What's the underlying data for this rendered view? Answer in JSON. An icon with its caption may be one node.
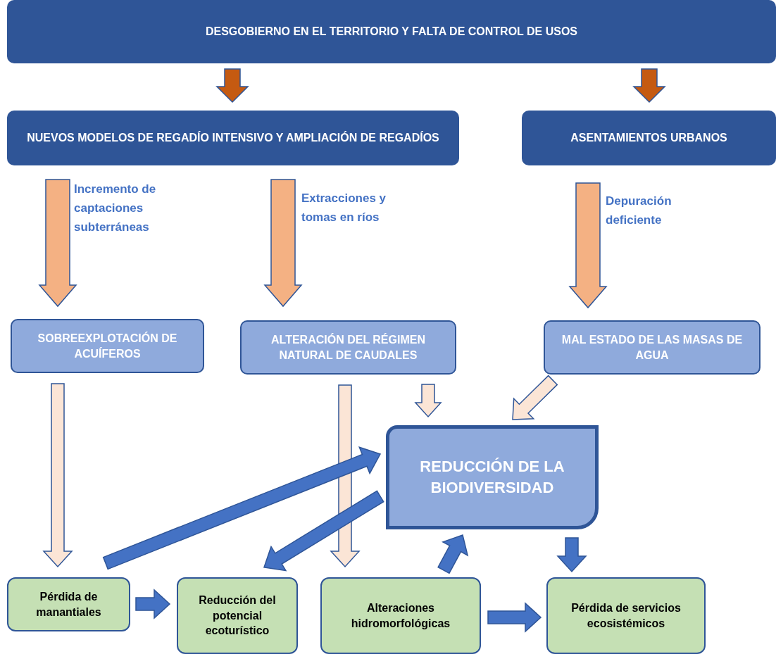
{
  "diagram": {
    "nodes": [
      {
        "text": [
          "DESGOBIERNO EN EL TERRITORIO Y FALTA DE CONTROL DE USOS"
        ]
      },
      {
        "text": [
          "NUEVOS MODELOS DE REGADÍO INTENSIVO Y AMPLIACIÓN DE REGADÍOS"
        ]
      },
      {
        "text": [
          "ASENTAMIENTOS URBANOS"
        ]
      },
      {
        "text": [
          "SOBREEXPLOTACIÓN DE ACUÍFEROS"
        ]
      },
      {
        "text": [
          "ALTERACIÓN DEL RÉGIMEN NATURAL DE CAUDALES"
        ]
      },
      {
        "text": [
          "MAL ESTADO DE LAS MASAS DE AGUA"
        ]
      },
      {
        "text": [
          "REDUCCIÓN DE LA BIODIVERSIDAD"
        ]
      },
      {
        "text": [
          "Pérdida de manantiales"
        ]
      },
      {
        "text": [
          "Reducción del potencial ecoturístico"
        ]
      },
      {
        "text": [
          "Alteraciones hidromorfológicas"
        ]
      },
      {
        "text": [
          "Pérdida de servicios ecosistémicos"
        ]
      }
    ],
    "edges": [
      {
        "from": 0,
        "to": 1,
        "arrow": "to",
        "color": "#c55a11"
      },
      {
        "from": 0,
        "to": 2,
        "arrow": "to",
        "color": "#c55a11"
      },
      {
        "from": 1,
        "to": 3,
        "arrow": "to",
        "label": "Incremento de captaciones subterráneas",
        "color": "#f4b183"
      },
      {
        "from": 1,
        "to": 4,
        "arrow": "to",
        "label": "Extracciones y tomas en ríos",
        "color": "#f4b183"
      },
      {
        "from": 2,
        "to": 5,
        "arrow": "to",
        "label": "Depuración deficiente",
        "color": "#f4b183"
      },
      {
        "from": 3,
        "to": 7,
        "arrow": "to",
        "color": "#fbe5d6"
      },
      {
        "from": 4,
        "to": 9,
        "arrow": "to",
        "color": "#fbe5d6"
      },
      {
        "from": 4,
        "to": 6,
        "arrow": "to",
        "color": "#fbe5d6"
      },
      {
        "from": 5,
        "to": 6,
        "arrow": "to",
        "color": "#fbe5d6"
      },
      {
        "from": 7,
        "to": 6,
        "arrow": "to"
      },
      {
        "from": 6,
        "to": 8,
        "arrow": "to"
      },
      {
        "from": 7,
        "to": 8,
        "arrow": "to"
      },
      {
        "from": 9,
        "to": 6,
        "arrow": "to"
      },
      {
        "from": 6,
        "to": 10,
        "arrow": "to"
      },
      {
        "from": 9,
        "to": 10,
        "arrow": "to"
      }
    ]
  }
}
